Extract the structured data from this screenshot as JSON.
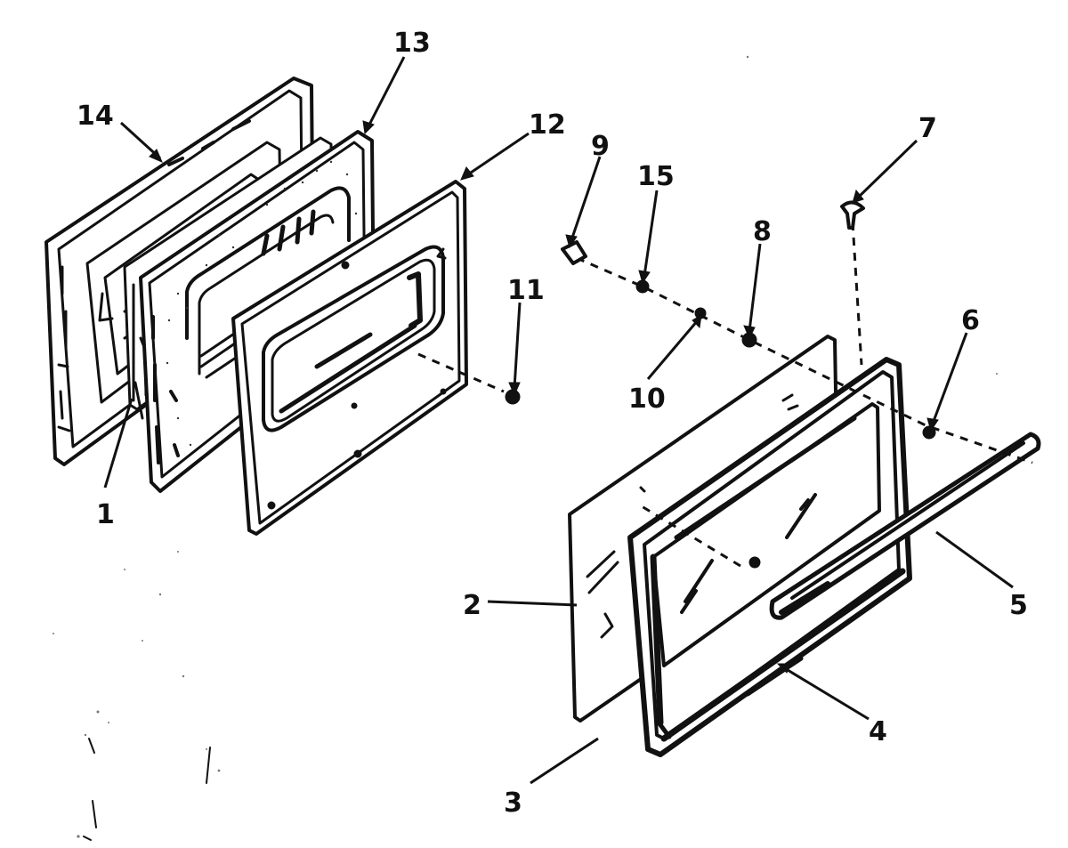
{
  "diagram": {
    "type": "exploded-parts-view",
    "colors": {
      "ink": "#111111",
      "paper": "#ffffff"
    },
    "callouts": [
      {
        "id": "1",
        "text": "1"
      },
      {
        "id": "2",
        "text": "2"
      },
      {
        "id": "3",
        "text": "3"
      },
      {
        "id": "4",
        "text": "4"
      },
      {
        "id": "5",
        "text": "5"
      },
      {
        "id": "6",
        "text": "6"
      },
      {
        "id": "7",
        "text": "7"
      },
      {
        "id": "8",
        "text": "8"
      },
      {
        "id": "9",
        "text": "9"
      },
      {
        "id": "10",
        "text": "10"
      },
      {
        "id": "11",
        "text": "11"
      },
      {
        "id": "12",
        "text": "12"
      },
      {
        "id": "13",
        "text": "13"
      },
      {
        "id": "14",
        "text": "14"
      },
      {
        "id": "15",
        "text": "15"
      }
    ]
  }
}
